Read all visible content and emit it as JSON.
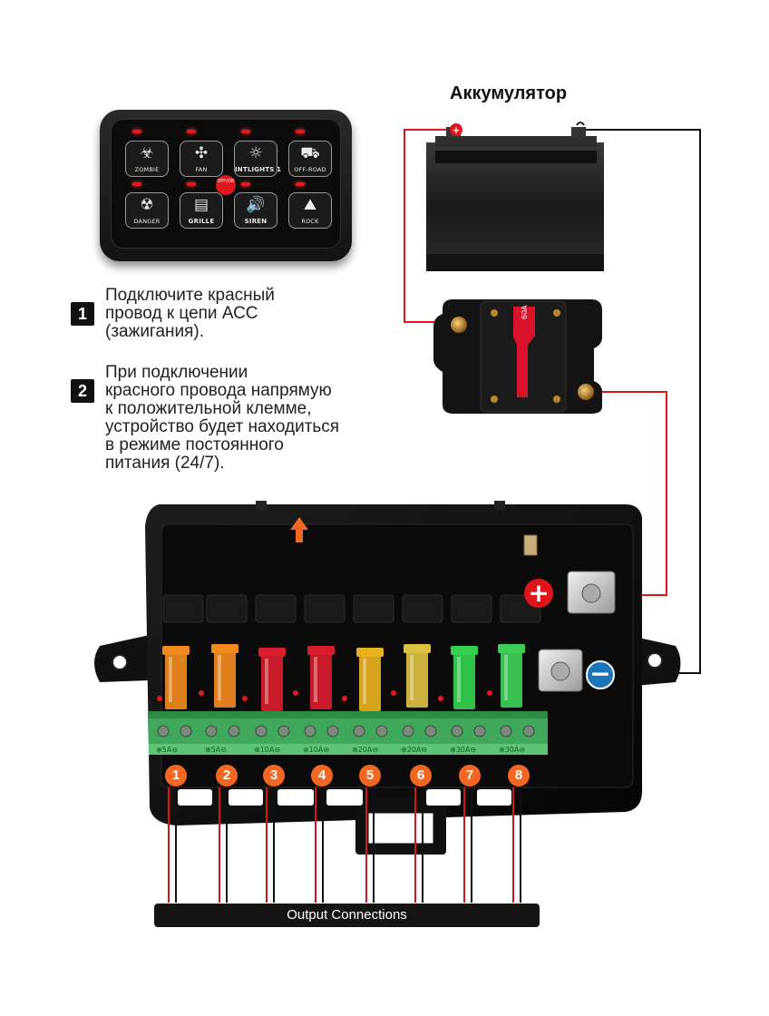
{
  "battery": {
    "title": "Аккумулятор"
  },
  "switch_panel": {
    "onoff_label": "OFF/ON",
    "buttons": [
      {
        "glyph": "☣",
        "label": "ZOMBIE",
        "bold": false
      },
      {
        "glyph": "✣",
        "label": "FAN",
        "bold": false
      },
      {
        "glyph": "☼",
        "label": "INTLIGHTS 1",
        "bold": true
      },
      {
        "glyph": "⛟",
        "label": "OFF-ROAD",
        "bold": false
      },
      {
        "glyph": "☢",
        "label": "DANGER",
        "bold": false
      },
      {
        "glyph": "▤",
        "label": "GRILLE",
        "bold": true
      },
      {
        "glyph": "🔊",
        "label": "SIREN",
        "bold": true
      },
      {
        "glyph": "⛰",
        "label": "ROCK",
        "bold": false
      }
    ]
  },
  "instructions": [
    {
      "num": "1",
      "lines": [
        "Подключите красный",
        "провод к цепи АСС",
        "(зажигания)."
      ]
    },
    {
      "num": "2",
      "lines": [
        "При подключении",
        "красного провода напрямую",
        "к положительной клемме,",
        "устройство будет находиться",
        "в режиме постоянного",
        "питания (24/7)."
      ]
    }
  ],
  "breaker": {
    "rating": "60A"
  },
  "fuse_box": {
    "plus_sign": "+",
    "minus_sign": "−",
    "fuse_labels": [
      "⊕5A⊖",
      "⊕5A⊖",
      "⊕10A⊖",
      "⊕10A⊖",
      "⊕20A⊖",
      "⊕20A⊖",
      "⊕30A⊖",
      "⊕30A⊖"
    ],
    "channels": [
      "1",
      "2",
      "3",
      "4",
      "5",
      "6",
      "7",
      "8"
    ],
    "fuse_colors": [
      "#f08a1c",
      "#f2891e",
      "#d81d2e",
      "#d81d2e",
      "#e8b21e",
      "#dcc040",
      "#34d14f",
      "#3ccf57"
    ]
  },
  "output": {
    "label": "Output Connections"
  }
}
